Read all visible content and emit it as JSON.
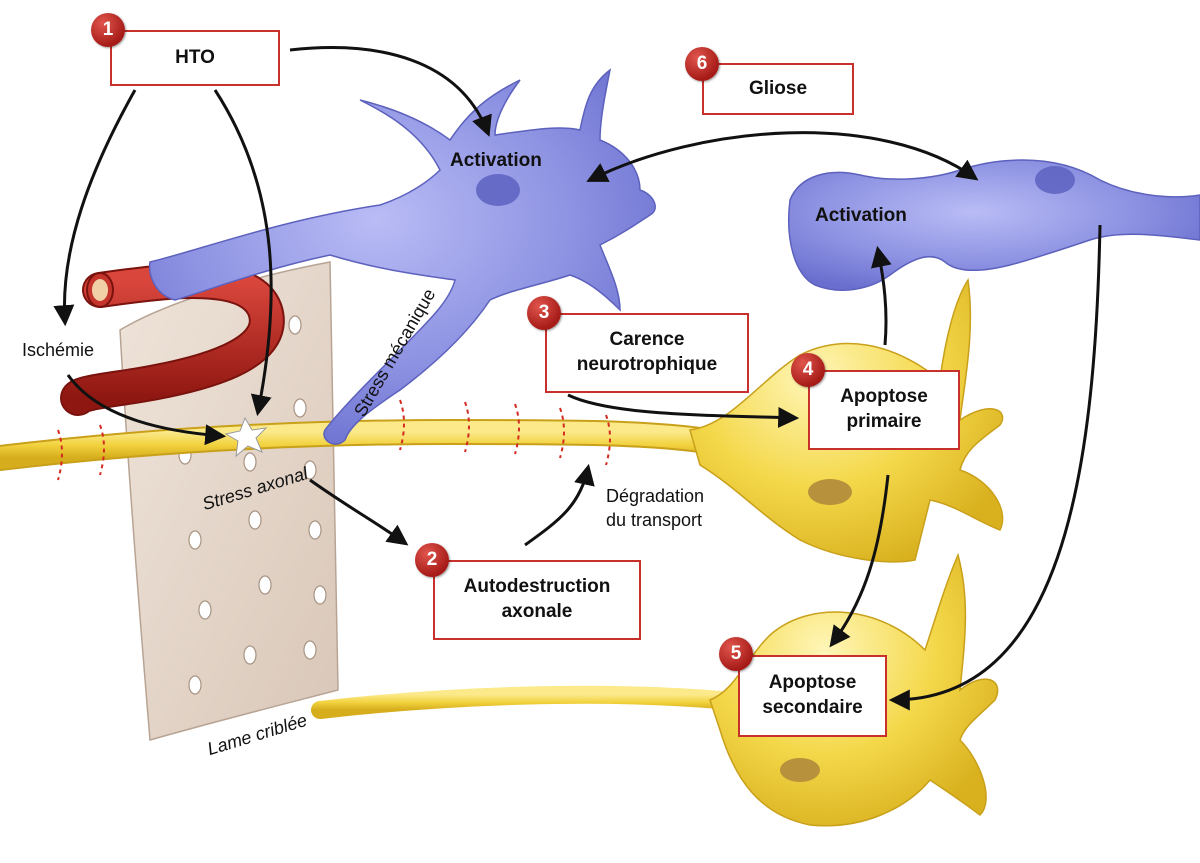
{
  "steps": {
    "s1": {
      "num": "1",
      "label": "HTO"
    },
    "s2": {
      "num": "2",
      "label": "Autodestruction axonale"
    },
    "s3": {
      "num": "3",
      "label": "Carence neurotrophique"
    },
    "s4": {
      "num": "4",
      "label": "Apoptose primaire"
    },
    "s5": {
      "num": "5",
      "label": "Apoptose secondaire"
    },
    "s6": {
      "num": "6",
      "label": "Gliose"
    }
  },
  "labels": {
    "activation_left": "Activation",
    "activation_right": "Activation",
    "ischemie": "Ischémie",
    "stress_mecanique": "Stress mécanique",
    "stress_axonal": "Stress axonal",
    "degradation_line1": "Dégradation",
    "degradation_line2": "du transport",
    "lame_criblee": "Lame criblée"
  },
  "colors": {
    "accent_red": "#c8302b",
    "glia_blue": "#8a8fe0",
    "neuron_yellow": "#f2d23e",
    "vessel_red": "#b8241c",
    "lamina_beige": "#e6d8cc"
  }
}
